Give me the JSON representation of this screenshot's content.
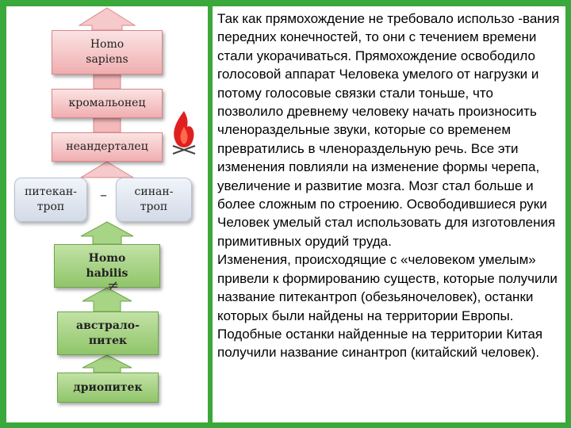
{
  "diagram": {
    "homo_sapiens": "Homo\nsapiens",
    "cromagnon": "кромальонец",
    "neanderthal": "неандерталец",
    "pithecanthropus": "питекан-\nтроп",
    "sinanthropus": "синан-\nтроп",
    "dash_sign": "–",
    "homo_habilis": "Homo\nhabilis",
    "neq_sign": "≠",
    "australopithecus": "австрало-\nпитек",
    "dryopithecus": "дриопитек"
  },
  "colors": {
    "border_green": "#3aa83a",
    "pink": "#f0aeb0",
    "green_box": "#90c56a",
    "flame": "#e02020"
  },
  "icons": [
    "fire-icon"
  ],
  "body_text": {
    "paragraph1": " Так как прямохождение не требовало использо -вания передних конечностей, то они с течением времени стали укорачиваться. Прямохождение освободило  голосовой аппарат Человека умелого от нагрузки и потому голосовые связки стали тоньше,  что позволило древнему человеку начать произносить членораздельные звуки, которые со временем превратились в членораздельную речь. Все эти изменения повлияли на изменение формы черепа, увеличение и развитие мозга.  Мозг стал больше и более сложным по строению.  Освободившиеся руки Человек умелый стал использовать для изготовления примитивных орудий труда.",
    "paragraph2": "  Изменения, происходящие с «человеком умелым» привели к  формированию существ, которые получили название  питекантроп  (обезьяночеловек), останки которых были найдены на территории Европы. Подобные останки найденные на территории Китая получили название синантроп (китайский человек)."
  }
}
